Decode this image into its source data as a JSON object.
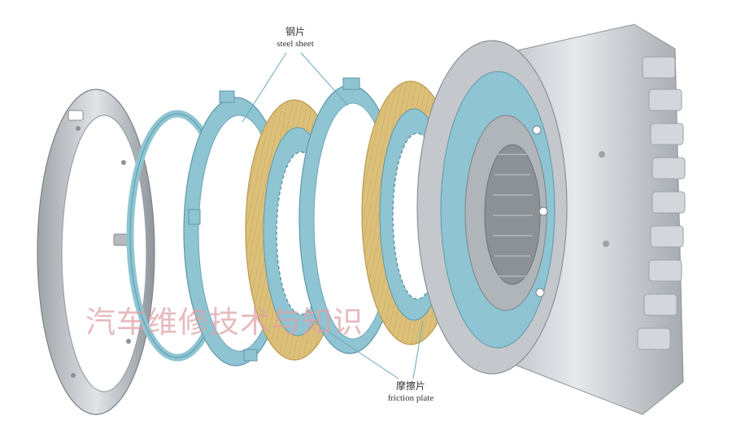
{
  "diagram": {
    "labels": {
      "steel_sheet_cn": "钢片",
      "steel_sheet_en": "steel sheet",
      "friction_plate_cn": "摩擦片",
      "friction_plate_en": "friction plate"
    },
    "watermark": "汽车维修技术与知识",
    "colors": {
      "steel": "#8fc4d2",
      "steel_edge": "#5e98aa",
      "friction": "#dcc07a",
      "friction_edge": "#b89a4f",
      "metal": "#c8ccd0",
      "metal_dark": "#8c9196",
      "callout": "#6aa7bd"
    }
  }
}
